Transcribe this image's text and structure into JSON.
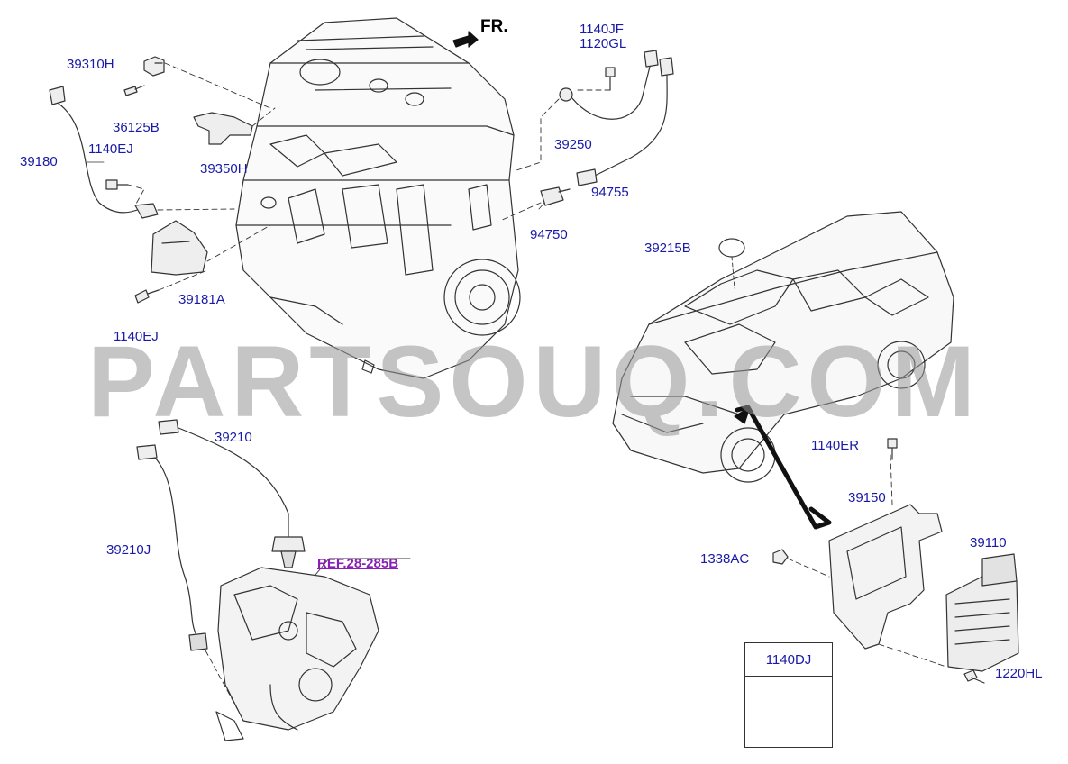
{
  "direction_label": "FR.",
  "watermark": "PARTSOUQ.COM",
  "reference": "REF.28-285B",
  "callout_label": "1140DJ",
  "part_labels": {
    "p39310H": "39310H",
    "p36125B": "36125B",
    "p39180": "39180",
    "p1140EJ_a": "1140EJ",
    "p39350H": "39350H",
    "p39181A": "39181A",
    "p1140EJ_b": "1140EJ",
    "p1140JF": "1140JF",
    "p1120GL": "1120GL",
    "p39250": "39250",
    "p94755": "94755",
    "p94750": "94750",
    "p39215B": "39215B",
    "p39210": "39210",
    "p39210J": "39210J",
    "p1140ER": "1140ER",
    "p39150": "39150",
    "p39110": "39110",
    "p1338AC": "1338AC",
    "p1220HL": "1220HL"
  }
}
